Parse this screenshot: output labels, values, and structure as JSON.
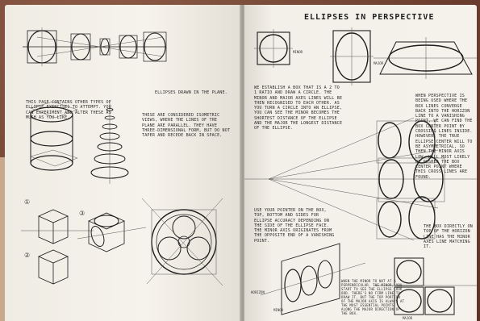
{
  "left_page": {
    "label_plane": "ELLIPSES DRAWN IN THE PLANE.",
    "intro_text": "THIS PAGE CONTAINS OTHER TYPES OF ELLIPSE EXERCISES TO ATTEMPT. YOU CAN EXPERIMENT AND ALTER THESE AS MUCH AS YOU LIKE.",
    "iso_text": "THESE ARE CONSIDERED ISOMETRIC VIEWS, WHERE THE LINES OF THE PLANE ARE PARALLEL. THEY HAVE THREE-DIMENSIONAL FORM, BUT DO NOT TAPER AND RECEDE BACK IN SPACE.",
    "step_1": "①",
    "step_2": "②",
    "step_3": "③"
  },
  "right_page": {
    "title": "ELLIPSES IN PERSPECTIVE",
    "label_minor": "MINOR",
    "label_major": "MAJOR",
    "text_box": "WE ESTABLISH A BOX THAT IS A 2 TO 1 RATIO AND DRAW A CIRCLE. THE MINOR AND MAJOR AXES LINES WILL BE THEN RECOGNISED TO EACH OTHER. AS YOU TURN A CIRCLE INTO AN ELLIPSE, YOU CAN SEE THE MINOR BECOMES THE SHORTEST DISTANCE OF THE ELLIPSE AND THE MAJOR THE LONGEST DISTANCE OF THE ELLIPSE.",
    "text_vanishing": "WHEN PERSPECTIVE IS BEING USED WHERE THE BOX LINES CONVERGE BACK INTO THE HORIZON LINE TO A VANISHING POINT, WE CAN FIND THE BOX CENTER POINT BY CROSSING LINES INSIDE. HOWEVER, THE TRUE ELLIPSE CENTER WILL TO BE ASYMMETRICAL, SO THEN THE MINOR AXIS LOW. WILL MOST LIKELY BE PUSHED THE BOX CENTER POINT WHERE THIS CROSS LINES ARE FOUND.",
    "text_use_pointer": "USE YOUR POINTER ON THE BOX, TOP, BOTTOM AND SIDES FOR ELLIPSE ACCURACY DEPENDING ON THE SIDE OF THE ELLIPSE FACE. THE MINOR AXIS ORIGINATES FROM THE OPPOSITE END OF A VANISHING POINT.",
    "text_box_top": "THE BOX DIRECTLY ON TOP OF THE HORIZON LINE HAS THE MINOR AXES LINE MATCHING IT.",
    "text_bottom": "WHEN THE MINOR TO NOT AT A PERPENDICULAR, THE MINOR, YOU START TO SEE THE ELLIPSE LOOK ODD. THERE'S NO FIRM LINE TO DRAW IT, BUT THE TOP PORTION OF THE MAJOR AXIS IS ALWAYS AT THE MOST ESSENTIAL POINTS ALONG THE MAJOR DIRECTION OF THE BOX.",
    "label_horizon": "HORIZON",
    "label_minor2": "MINOR",
    "label_major2": "MAJOR"
  }
}
